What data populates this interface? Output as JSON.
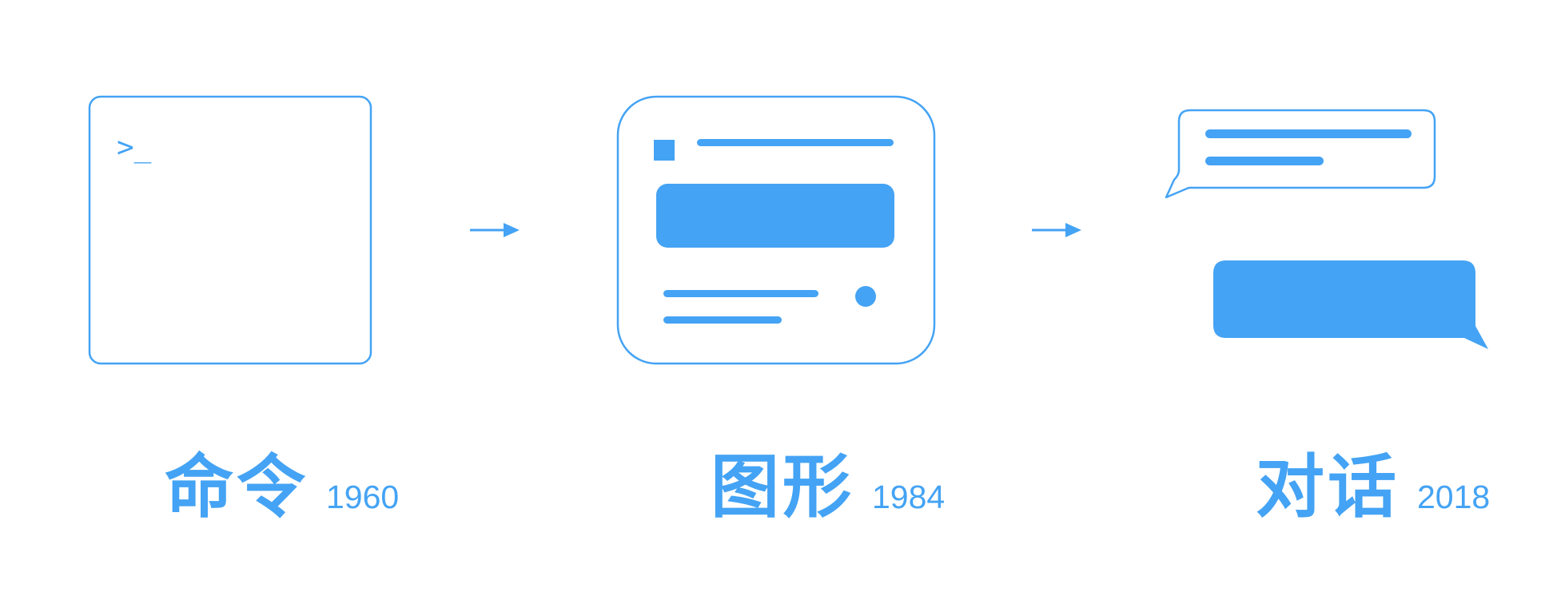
{
  "theme": {
    "accent": "#44a3f4"
  },
  "stages": [
    {
      "name": "命令",
      "year": "1960",
      "icon": "command-line-terminal",
      "prompt": ">_"
    },
    {
      "name": "图形",
      "year": "1984",
      "icon": "graphical-user-interface"
    },
    {
      "name": "对话",
      "year": "2018",
      "icon": "conversation-chat-bubbles"
    }
  ],
  "connectors": [
    "arrow-right-icon",
    "arrow-right-icon"
  ]
}
